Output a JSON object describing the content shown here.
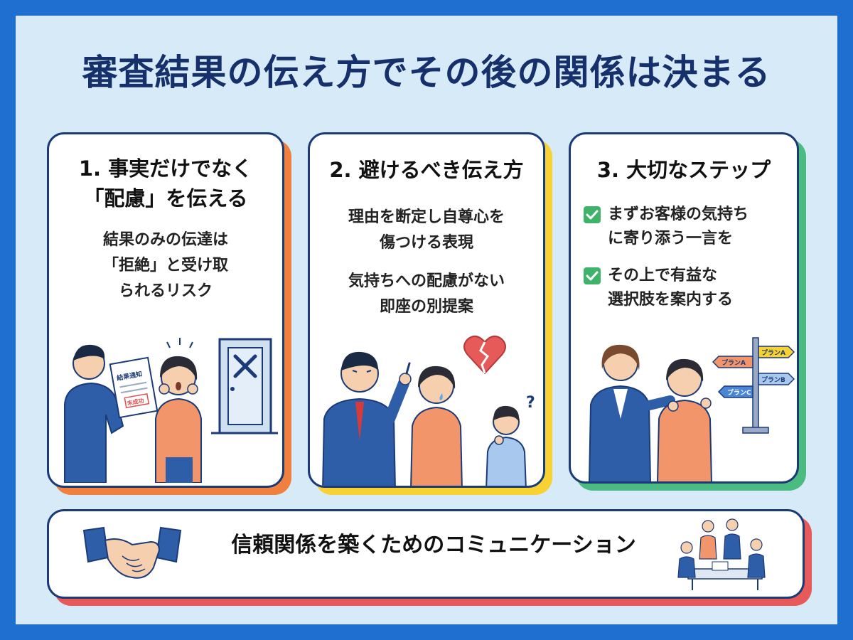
{
  "title": "審査結果の伝え方でその後の関係は決まる",
  "colors": {
    "background": "#d7eaf8",
    "border": "#1f6fd0",
    "navy": "#1b3a78",
    "card1_accent": "#f08040",
    "card2_accent": "#f7d232",
    "card3_accent": "#4cbb82",
    "banner_accent": "#e65a5a",
    "check": "#3fb36a"
  },
  "cards": [
    {
      "title_line1": "1. 事実だけでなく",
      "title_line2": "「配慮」を伝える",
      "text_lines": [
        "結果のみの伝達は",
        "「拒絶」と受け取",
        "られるリスク"
      ],
      "document_title": "結果通知",
      "stamp": "未成功",
      "icon": "x-mark-door-icon"
    },
    {
      "title": "2. 避けるべき伝え方",
      "items": [
        {
          "line1": "理由を断定し自尊心を",
          "line2": "傷つける表現"
        },
        {
          "line1": "気持ちへの配慮がない",
          "line2": "即座の別提案"
        }
      ],
      "question_mark": "?",
      "icon": "broken-heart-icon"
    },
    {
      "title": "3. 大切なステップ",
      "checks": [
        {
          "line1": "まずお客様の気持ち",
          "line2": "に寄り添う一言を"
        },
        {
          "line1": "その上で有益な",
          "line2": "選択肢を案内する"
        }
      ],
      "signs": [
        "プランA",
        "プランA",
        "プランB",
        "プランC"
      ]
    }
  ],
  "banner": {
    "text": "信頼関係を築くためのコミュニケーション",
    "icon": "handshake-icon"
  }
}
